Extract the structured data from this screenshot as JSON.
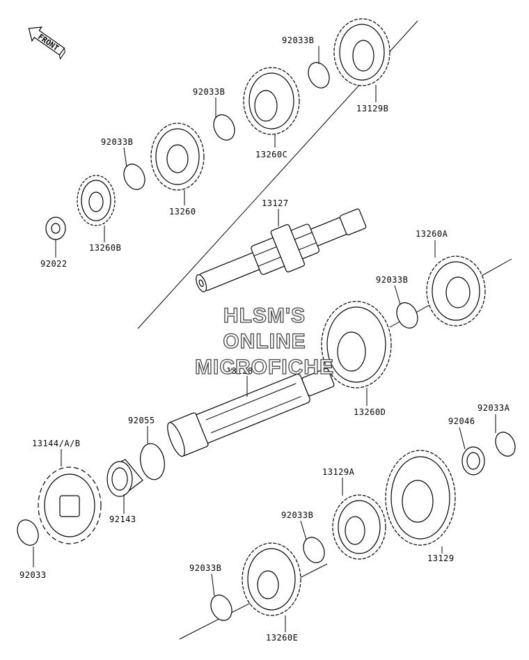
{
  "front_label": "FRONT",
  "watermark": [
    "HLSM'S",
    "ONLINE",
    "MICROFICHE"
  ],
  "parts": {
    "p92033B_top": "92033B",
    "p13129B": "13129B",
    "p92033B_mid": "92033B",
    "p13260C": "13260C",
    "p92033B_left": "92033B",
    "p13260": "13260",
    "p13260B": "13260B",
    "p92022": "92022",
    "p13127": "13127",
    "p13260A": "13260A",
    "p92033B_right": "92033B",
    "p13260D": "13260D",
    "p13128": "13128",
    "p92055": "92055",
    "p13144AB": "13144/A/B",
    "p92143": "92143",
    "p92033": "92033",
    "p92033A": "92033A",
    "p92046": "92046",
    "p13129A": "13129A",
    "p92033B_low": "92033B",
    "p13129": "13129",
    "p92033B_bottom": "92033B",
    "p13260E": "13260E"
  },
  "colors": {
    "line": "#000000",
    "background": "#ffffff"
  }
}
